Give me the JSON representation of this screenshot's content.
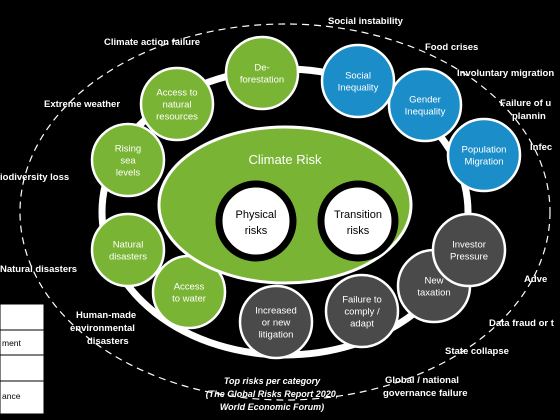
{
  "colors": {
    "background": "#000000",
    "green": "#7ab434",
    "blue": "#1b8ec9",
    "gray": "#4a4a4a",
    "ring": "#ffffff",
    "center_fill": "#7ab434",
    "inner_fill": "#ffffff",
    "inner_ring": "#000000"
  },
  "center": {
    "title": "Climate Risk",
    "inner": [
      {
        "lines": [
          "Physical",
          "risks"
        ]
      },
      {
        "lines": [
          "Transition",
          "risks"
        ]
      }
    ]
  },
  "circles": [
    {
      "lines": [
        "De-",
        "forestation"
      ],
      "color": "green"
    },
    {
      "lines": [
        "Access to",
        "natural",
        "resources"
      ],
      "color": "green"
    },
    {
      "lines": [
        "Rising",
        "sea",
        "levels"
      ],
      "color": "green"
    },
    {
      "lines": [
        "Natural",
        "disasters"
      ],
      "color": "green"
    },
    {
      "lines": [
        "Access",
        "to water"
      ],
      "color": "green"
    },
    {
      "lines": [
        "Increased",
        "or new",
        "litigation"
      ],
      "color": "gray"
    },
    {
      "lines": [
        "Failure to",
        "comply /",
        "adapt"
      ],
      "color": "gray"
    },
    {
      "lines": [
        "New",
        "taxation"
      ],
      "color": "gray"
    },
    {
      "lines": [
        "Investor",
        "Pressure"
      ],
      "color": "gray"
    },
    {
      "lines": [
        "Population",
        "Migration"
      ],
      "color": "blue"
    },
    {
      "lines": [
        "Gender",
        "Inequality"
      ],
      "color": "blue"
    },
    {
      "lines": [
        "Social",
        "Inequality"
      ],
      "color": "blue"
    }
  ],
  "outer_labels": [
    {
      "text": "Social instability"
    },
    {
      "text": "Food crises"
    },
    {
      "text": "Involuntary migration"
    },
    {
      "text": "Failure of u"
    },
    {
      "text": "plannin"
    },
    {
      "text": "Infec"
    },
    {
      "text": "Adve"
    },
    {
      "text": "Data fraud or t"
    },
    {
      "text": "State collapse"
    },
    {
      "text": "Global / national"
    },
    {
      "text": "governance failure"
    },
    {
      "text": "Climate action failure"
    },
    {
      "text": "Extreme weather"
    },
    {
      "text": "iodiversity loss"
    },
    {
      "text": "Natural disasters"
    },
    {
      "text": "Human-made"
    },
    {
      "text": "environmental"
    },
    {
      "text": "disasters"
    }
  ],
  "source": {
    "lines": [
      "Top risks per category",
      "(The Global Risks Report 2020,",
      "World Economic Forum)"
    ]
  },
  "legend": {
    "items": [
      {
        "text": ""
      },
      {
        "text": "ment"
      },
      {
        "text": ""
      },
      {
        "text": "ance"
      }
    ]
  }
}
